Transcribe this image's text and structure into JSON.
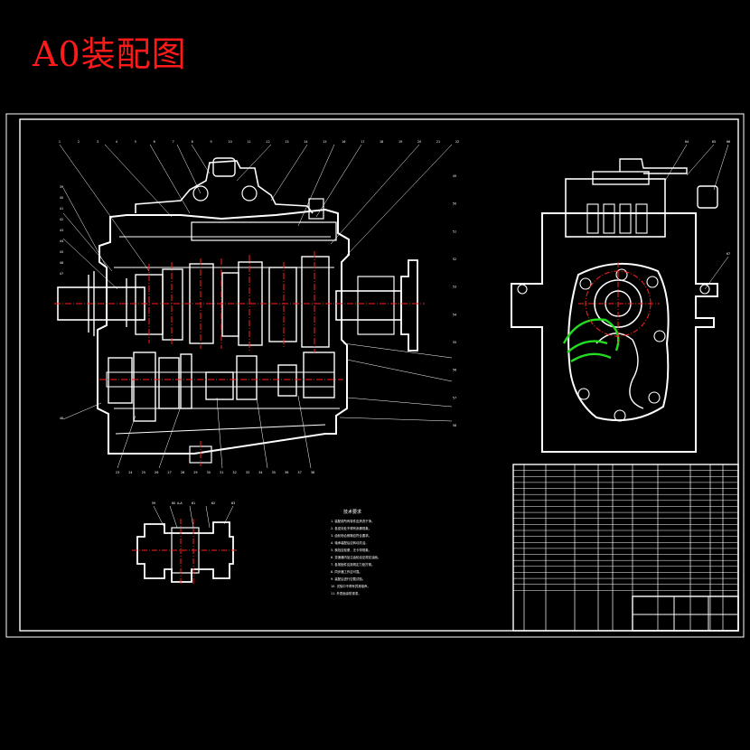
{
  "title": "A0装配图",
  "colors": {
    "background": "#000000",
    "linework": "#ffffff",
    "title": "#ff1a1a",
    "centerline": "#ff2020",
    "highlight": "#22dd22"
  },
  "front_view": {
    "balloons_top": [
      "1",
      "2",
      "3",
      "4",
      "5",
      "6",
      "7",
      "8",
      "9",
      "10",
      "11",
      "12",
      "13",
      "14",
      "15",
      "16",
      "17",
      "18",
      "19",
      "20",
      "21",
      "22"
    ],
    "balloons_bottom": [
      "23",
      "24",
      "25",
      "26",
      "27",
      "28",
      "29",
      "30",
      "31",
      "32",
      "33",
      "34",
      "35",
      "36",
      "37",
      "38"
    ],
    "balloons_left": [
      "39",
      "40",
      "41",
      "42",
      "43",
      "44",
      "45",
      "46",
      "47",
      "48"
    ],
    "balloons_right": [
      "49",
      "50",
      "51",
      "52",
      "53",
      "54",
      "55",
      "56",
      "57",
      "58"
    ]
  },
  "section_view": {
    "label": "A-A",
    "balloons": [
      "59",
      "60",
      "61",
      "62",
      "63"
    ]
  },
  "side_view": {
    "balloons": [
      "64",
      "65",
      "66",
      "67"
    ]
  },
  "notes": {
    "title": "技术要求",
    "items": [
      "1. 装配前所有零件应清洗干净。",
      "2. 各密封处不得有渗漏现象。",
      "3. 齿轮啮合侧隙应符合要求。",
      "4. 轴承装配后应转动灵活。",
      "5. 换挡应轻便，无卡滞现象。",
      "6. 变速器内加注齿轮油至规定油面。",
      "7. 各紧固件应按规定力矩拧紧。",
      "8. 同步器工作应可靠。",
      "9. 装配后进行空载试验。",
      "10. 试验中不得有异常噪声。",
      "11. 外表面涂防锈漆。"
    ]
  }
}
